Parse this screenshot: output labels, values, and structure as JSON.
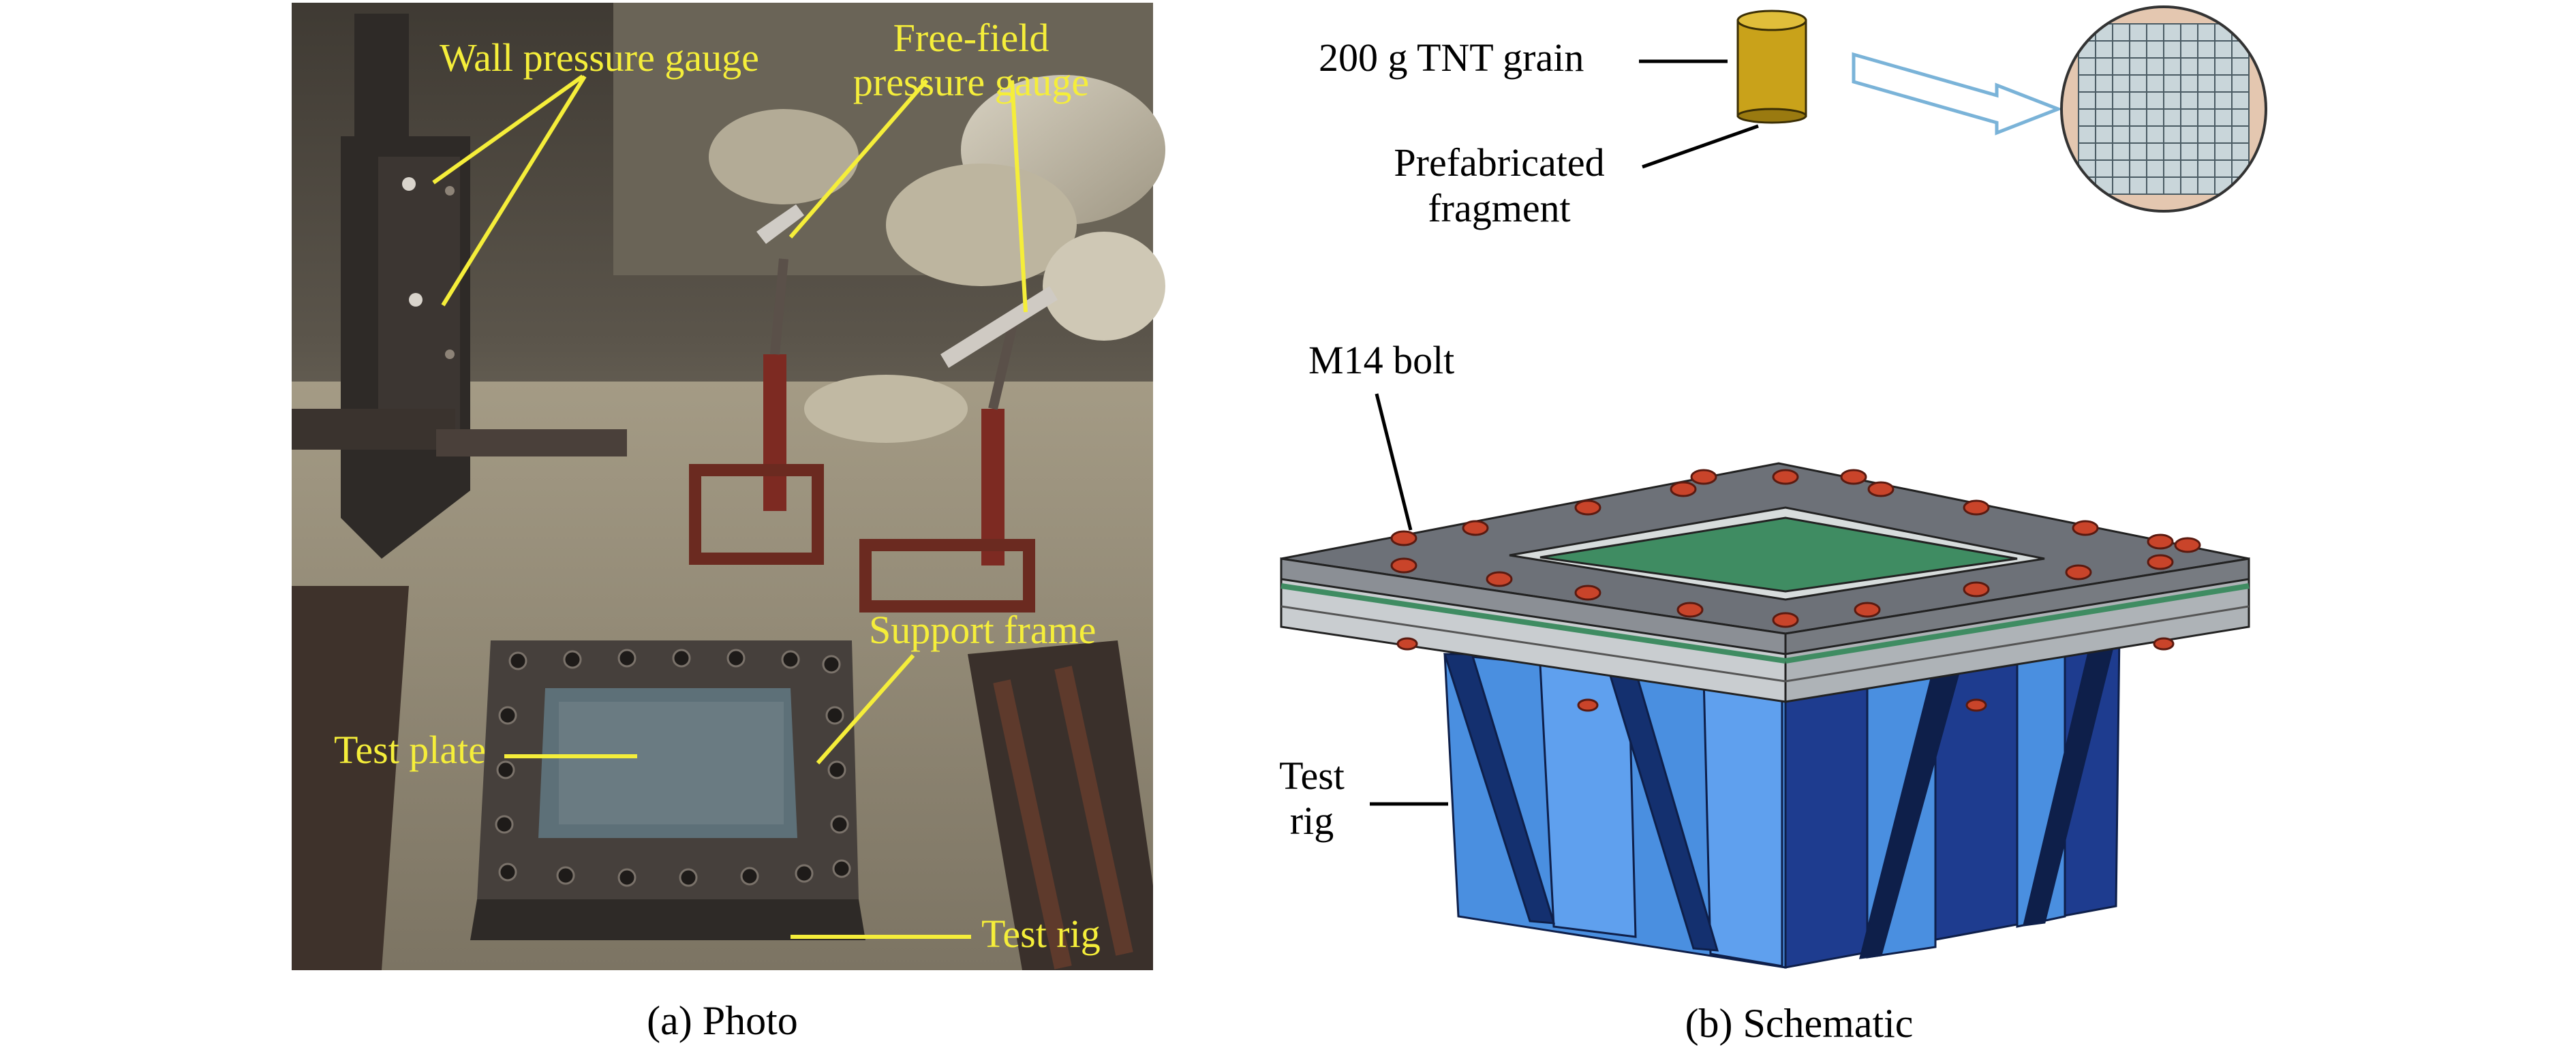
{
  "panel_a": {
    "labels": {
      "wall_gauge": "Wall pressure gauge",
      "free_field_1": "Free-field",
      "free_field_2": "pressure gauge",
      "support_frame": "Support frame",
      "test_plate": "Test plate",
      "test_rig": "Test rig"
    },
    "caption": "(a) Photo"
  },
  "panel_b": {
    "labels": {
      "tnt": "200 g TNT grain",
      "fragment_1": "Prefabricated",
      "fragment_2": "fragment",
      "bolt": "M14 bolt",
      "rig_1": "Test",
      "rig_2": "rig"
    },
    "caption": "(b) Schematic"
  },
  "colors": {
    "photo_label": "#f5ee3a",
    "plate_top": "#6d7178",
    "plate_window": "#3f8c62",
    "rig_dark": "#1e3c8f",
    "rig_light": "#4a8fe0",
    "tnt": "#c9a21a",
    "fragment_disk": "#c9d6da",
    "fragment_edge": "#e4c7b0",
    "bolt": "#c9442a"
  }
}
